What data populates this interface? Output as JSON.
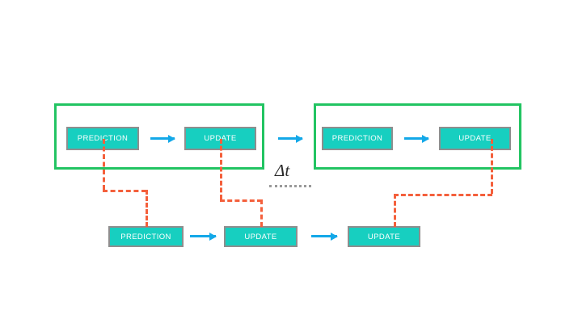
{
  "diagram": {
    "title_symbol": "Δt",
    "colors": {
      "node_fill": "#17cfc0",
      "node_border": "#8e8e8e",
      "node_text": "#ffffff",
      "frame": "#22c462",
      "flow_arrow": "#13a8e8",
      "feedback_dash": "#f4603c",
      "gap_dash": "#9a9a9a",
      "background": "#ffffff"
    },
    "labels": {
      "prediction": "PREDICTION",
      "update": "UPDATE"
    },
    "groups": [
      {
        "name": "timestep-group-1",
        "nodes": [
          {
            "id": "top-prediction-1",
            "label": "PREDICTION"
          },
          {
            "id": "top-update-1",
            "label": "UPDATE"
          }
        ]
      },
      {
        "name": "timestep-group-2",
        "nodes": [
          {
            "id": "top-prediction-2",
            "label": "PREDICTION"
          },
          {
            "id": "top-update-2",
            "label": "UPDATE"
          }
        ]
      }
    ],
    "bottom_chain": [
      {
        "id": "bottom-prediction-1",
        "label": "PREDICTION"
      },
      {
        "id": "bottom-update-1",
        "label": "UPDATE"
      },
      {
        "id": "bottom-update-2",
        "label": "UPDATE"
      }
    ],
    "flow_arrows": [
      {
        "id": "arrow-top-1",
        "from": "top-prediction-1",
        "to": "top-update-1"
      },
      {
        "id": "arrow-between-groups",
        "from": "top-update-1",
        "to": "top-prediction-2"
      },
      {
        "id": "arrow-top-2",
        "from": "top-prediction-2",
        "to": "top-update-2"
      },
      {
        "id": "arrow-bottom-1",
        "from": "bottom-prediction-1",
        "to": "bottom-update-1"
      },
      {
        "id": "arrow-bottom-2",
        "from": "bottom-update-1",
        "to": "bottom-update-2"
      }
    ],
    "feedback_routes": [
      {
        "id": "feedback-1",
        "from": "top-prediction-1",
        "to": "bottom-prediction-1"
      },
      {
        "id": "feedback-2",
        "from": "top-update-1",
        "to": "bottom-update-1"
      },
      {
        "id": "feedback-3",
        "from": "top-update-2",
        "to": "bottom-update-2"
      }
    ]
  }
}
